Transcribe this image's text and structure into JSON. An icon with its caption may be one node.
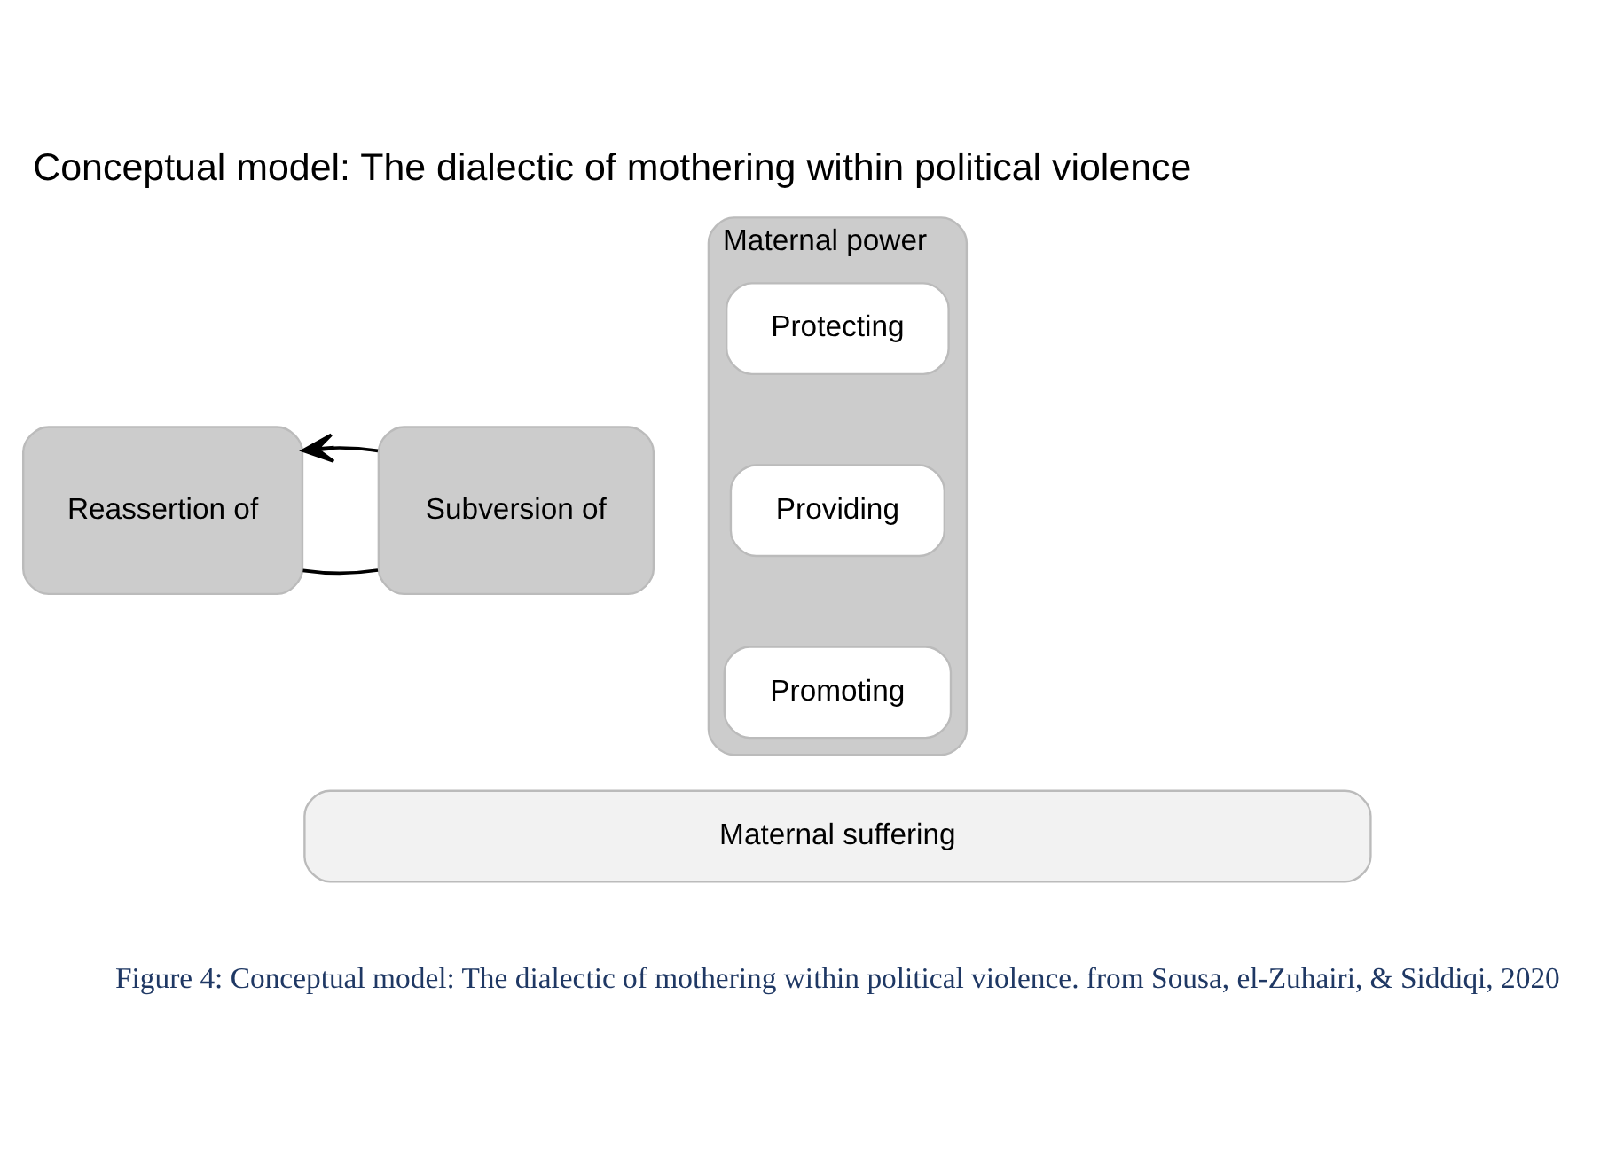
{
  "diagram": {
    "title": "Conceptual model: The dialectic of mothering within political violence",
    "caption": "Figure 4: Conceptual model: The dialectic of mothering within political violence. from Sousa, el-Zuhairi, & Siddiqi, 2020",
    "nodes": [
      {
        "text": [
          "Maternal power"
        ]
      },
      {
        "text": [
          "Protecting"
        ],
        "in": 0
      },
      {
        "text": [
          "Providing"
        ],
        "in": 0
      },
      {
        "text": [
          "Promoting"
        ],
        "in": 0
      },
      {
        "text": [
          "Reassertion of"
        ]
      },
      {
        "text": [
          "Subversion of"
        ]
      },
      {
        "text": [
          "Maternal suffering"
        ]
      }
    ],
    "edges": [
      {
        "from": 4,
        "to": 5,
        "arrow": "none"
      },
      {
        "from": 5,
        "to": 4,
        "arrow": "to"
      }
    ]
  }
}
